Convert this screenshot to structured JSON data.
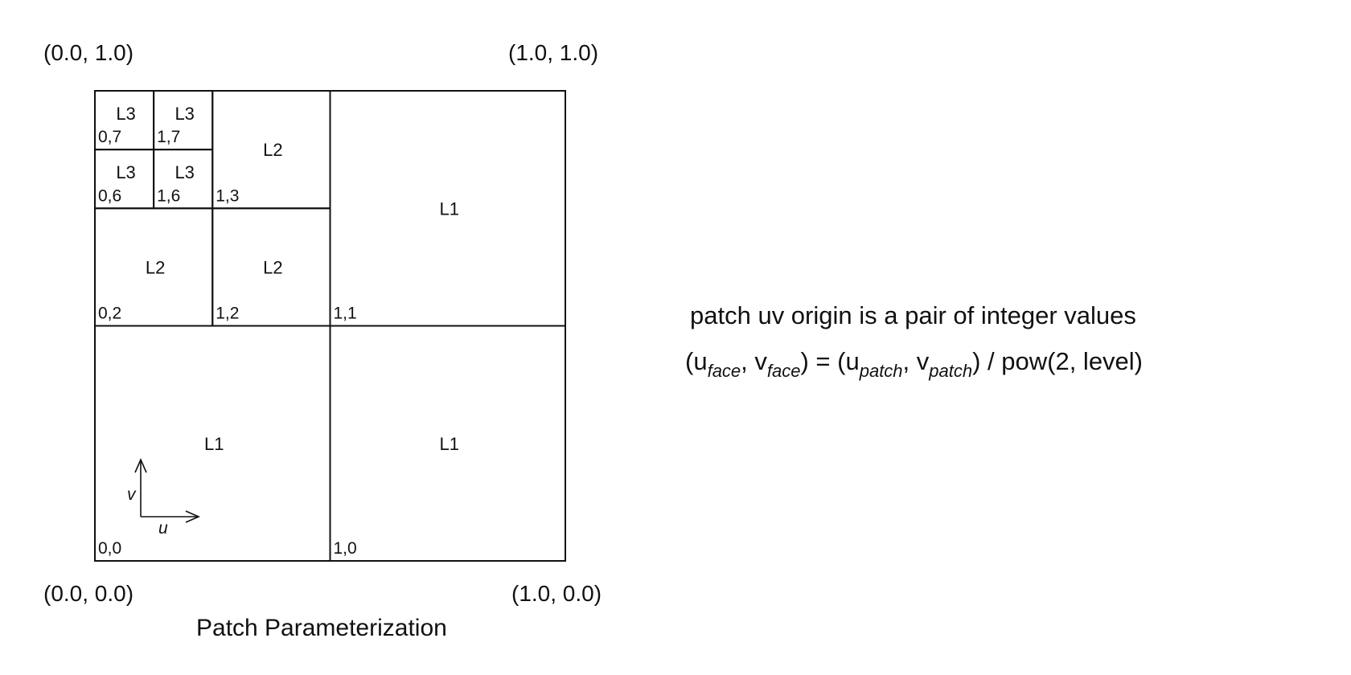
{
  "corners": {
    "top_left": "(0.0, 1.0)",
    "top_right": "(1.0, 1.0)",
    "bottom_left": "(0.0, 0.0)",
    "bottom_right": "(1.0, 0.0)"
  },
  "caption": "Patch Parameterization",
  "patches": [
    {
      "level": "L1",
      "index": "0,0",
      "u": 0,
      "v": 0,
      "depth": 1
    },
    {
      "level": "L1",
      "index": "1,0",
      "u": 1,
      "v": 0,
      "depth": 1
    },
    {
      "level": "L1",
      "index": "1,1",
      "u": 1,
      "v": 1,
      "depth": 1
    },
    {
      "level": "L2",
      "index": "0,2",
      "u": 0,
      "v": 2,
      "depth": 2
    },
    {
      "level": "L2",
      "index": "1,2",
      "u": 1,
      "v": 2,
      "depth": 2
    },
    {
      "level": "L2",
      "index": "1,3",
      "u": 1,
      "v": 3,
      "depth": 2
    },
    {
      "level": "L3",
      "index": "0,6",
      "u": 0,
      "v": 6,
      "depth": 3
    },
    {
      "level": "L3",
      "index": "1,6",
      "u": 1,
      "v": 6,
      "depth": 3
    },
    {
      "level": "L3",
      "index": "0,7",
      "u": 0,
      "v": 7,
      "depth": 3
    },
    {
      "level": "L3",
      "index": "1,7",
      "u": 1,
      "v": 7,
      "depth": 3
    }
  ],
  "axes": {
    "u_label": "u",
    "v_label": "v"
  },
  "equation": {
    "line1": "patch uv origin is a pair of integer values",
    "open1": "(u",
    "sub_face_u": "face",
    "comma1": ", v",
    "sub_face_v": "face",
    "mid": ") = (u",
    "sub_patch_u": "patch",
    "comma2": ", v",
    "sub_patch_v": "patch",
    "tail": ") / pow(2, level)"
  }
}
